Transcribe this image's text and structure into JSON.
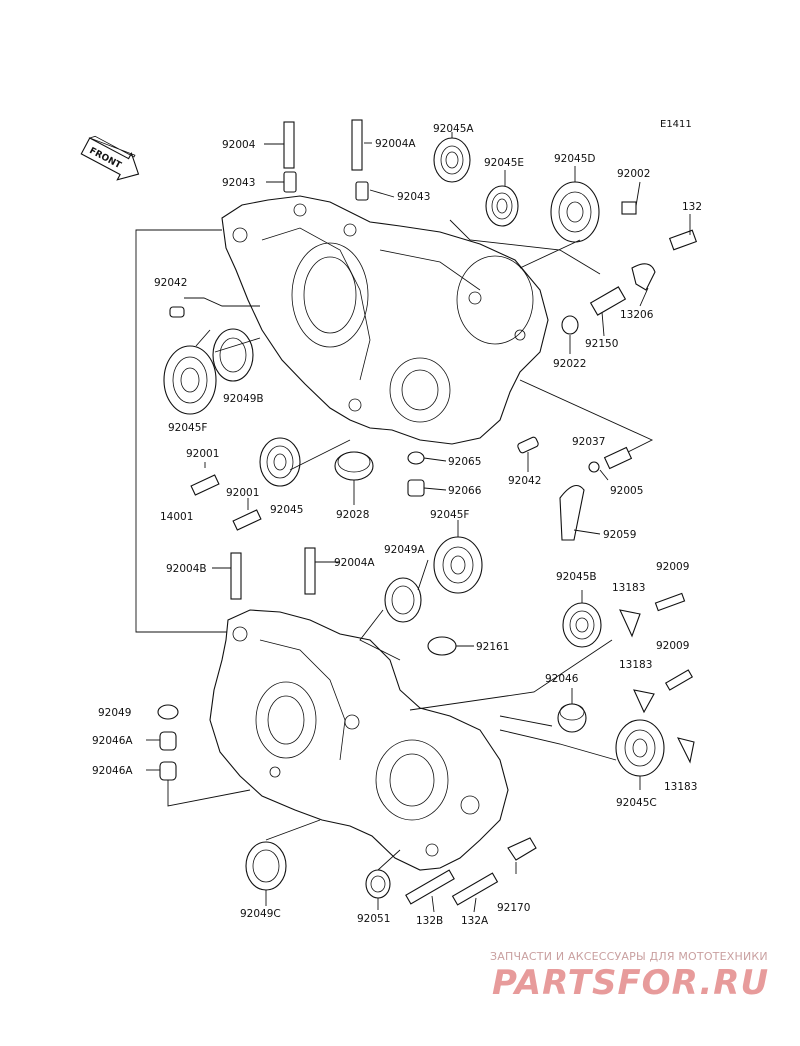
{
  "diagram": {
    "code": "E1411",
    "front_label": "FRONT",
    "parts": [
      {
        "id": "p92004_top",
        "label": "92004"
      },
      {
        "id": "p92004A_top",
        "label": "92004A"
      },
      {
        "id": "p92045A",
        "label": "92045A"
      },
      {
        "id": "p92043_l",
        "label": "92043"
      },
      {
        "id": "p92043_r",
        "label": "92043"
      },
      {
        "id": "p92045E",
        "label": "92045E"
      },
      {
        "id": "p92045D",
        "label": "92045D"
      },
      {
        "id": "p92002",
        "label": "92002"
      },
      {
        "id": "p132",
        "label": "132"
      },
      {
        "id": "p92042_top",
        "label": "92042"
      },
      {
        "id": "p13206",
        "label": "13206"
      },
      {
        "id": "p92150",
        "label": "92150"
      },
      {
        "id": "p92022",
        "label": "92022"
      },
      {
        "id": "p92049B",
        "label": "92049B"
      },
      {
        "id": "p92045F_l",
        "label": "92045F"
      },
      {
        "id": "p92001_a",
        "label": "92001"
      },
      {
        "id": "p92001_b",
        "label": "92001"
      },
      {
        "id": "p92045",
        "label": "92045"
      },
      {
        "id": "p92028",
        "label": "92028"
      },
      {
        "id": "p92065",
        "label": "92065"
      },
      {
        "id": "p92066",
        "label": "92066"
      },
      {
        "id": "p92042_mid",
        "label": "92042"
      },
      {
        "id": "p92037",
        "label": "92037"
      },
      {
        "id": "p92005",
        "label": "92005"
      },
      {
        "id": "p14001",
        "label": "14001"
      },
      {
        "id": "p92045F_m",
        "label": "92045F"
      },
      {
        "id": "p92059",
        "label": "92059"
      },
      {
        "id": "p92049A",
        "label": "92049A"
      },
      {
        "id": "p92004B",
        "label": "92004B"
      },
      {
        "id": "p92004A_mid",
        "label": "92004A"
      },
      {
        "id": "p92045B",
        "label": "92045B"
      },
      {
        "id": "p13183_a",
        "label": "13183"
      },
      {
        "id": "p92009_a",
        "label": "92009"
      },
      {
        "id": "p92161",
        "label": "92161"
      },
      {
        "id": "p92009_b",
        "label": "92009"
      },
      {
        "id": "p13183_b",
        "label": "13183"
      },
      {
        "id": "p92046",
        "label": "92046"
      },
      {
        "id": "p92049",
        "label": "92049"
      },
      {
        "id": "p92046A_a",
        "label": "92046A"
      },
      {
        "id": "p92046A_b",
        "label": "92046A"
      },
      {
        "id": "p13183_c",
        "label": "13183"
      },
      {
        "id": "p92045C",
        "label": "92045C"
      },
      {
        "id": "p92049C",
        "label": "92049C"
      },
      {
        "id": "p92051",
        "label": "92051"
      },
      {
        "id": "p132B",
        "label": "132B"
      },
      {
        "id": "p132A",
        "label": "132A"
      },
      {
        "id": "p92170",
        "label": "92170"
      }
    ]
  },
  "watermark": {
    "caption": "ЗАПЧАСТИ И АКСЕССУАРЫ ДЛЯ МОТОТЕХНИКИ",
    "logo": "PARTSFOR.RU"
  }
}
